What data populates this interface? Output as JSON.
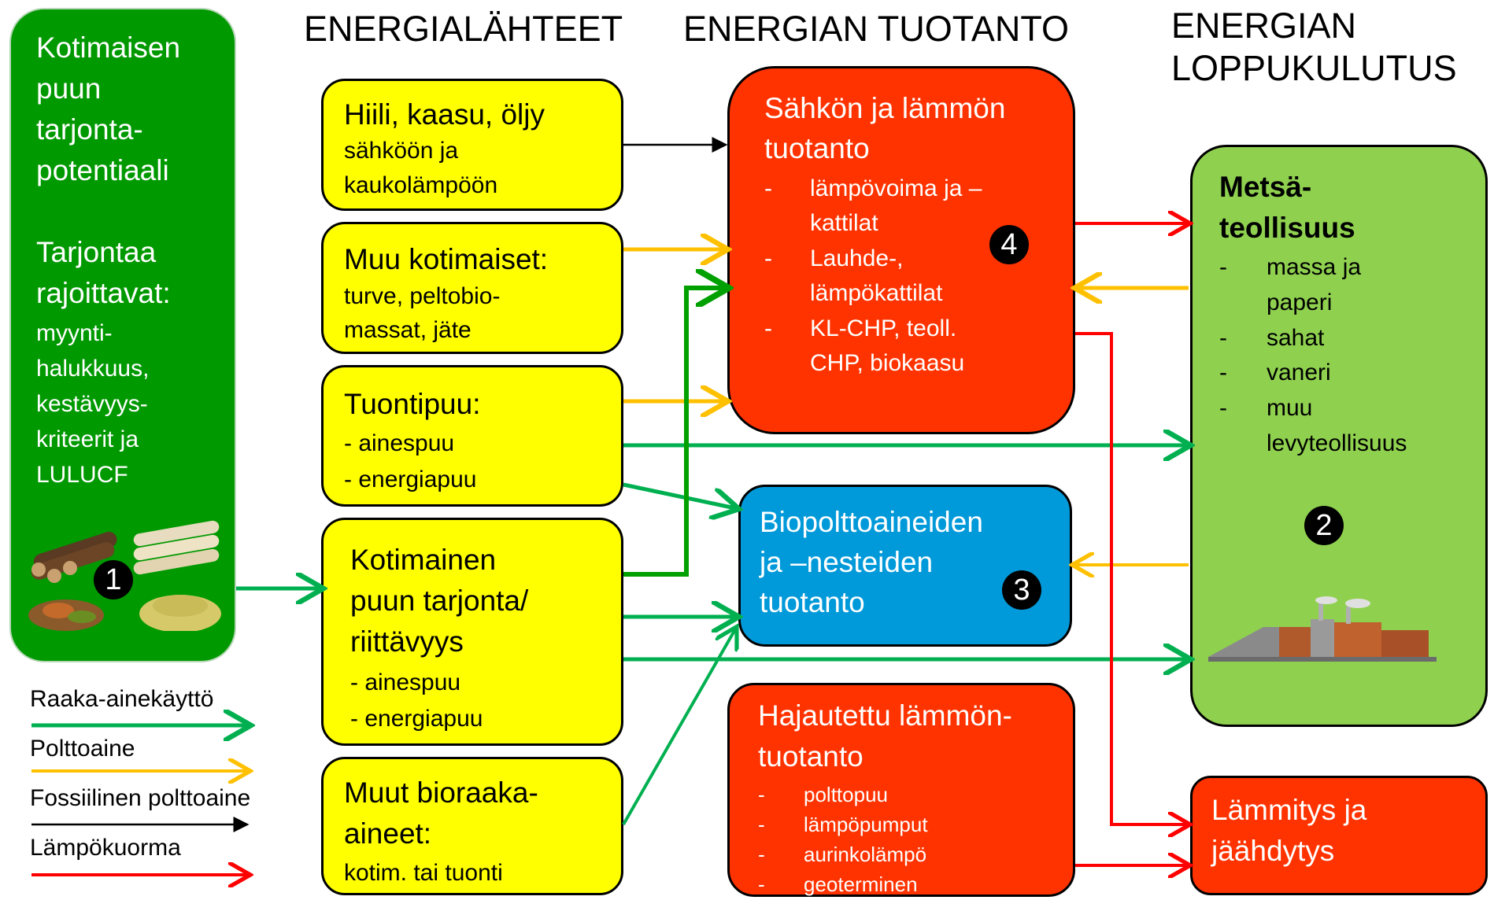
{
  "headers": {
    "sources": "ENERGIALÄHTEET",
    "production": "ENERGIAN TUOTANTO",
    "consumption_line1": "ENERGIAN",
    "consumption_line2": "LOPPUKULUTUS"
  },
  "potential_box": {
    "lines": [
      "Kotimaisen",
      "puun",
      "tarjonta-",
      "potentiaali"
    ],
    "limit_lines": [
      "Tarjontaa",
      "rajoittavat:"
    ],
    "limit_items": [
      "myynti-",
      "halukkuus,",
      "kestävyys-",
      "kriteerit ja",
      "LULUCF"
    ],
    "number": "1"
  },
  "fossil_box": {
    "title": "Hiili, kaasu, öljy",
    "lines": [
      "sähköön ja",
      "kaukolämpöön"
    ]
  },
  "other_domestic_box": {
    "title": "Muu kotimaiset:",
    "lines": [
      "turve, peltobio-",
      "massat, jäte"
    ]
  },
  "import_wood_box": {
    "title": "Tuontipuu:",
    "items": [
      "- ainespuu",
      "- energiapuu"
    ]
  },
  "domestic_wood_box": {
    "title_lines": [
      "Kotimainen",
      "puun tarjonta/",
      "riittävyys"
    ],
    "items": [
      "- ainespuu",
      "- energiapuu"
    ]
  },
  "other_bio_box": {
    "title_lines": [
      "Muut bioraaka-",
      "aineet:"
    ],
    "lines": [
      "kotim. tai tuonti"
    ]
  },
  "power_heat_box": {
    "title_lines": [
      "Sähkön ja lämmön",
      "tuotanto"
    ],
    "items": [
      {
        "dash": "-",
        "lines": [
          "lämpövoima ja –",
          "kattilat"
        ]
      },
      {
        "dash": "-",
        "lines": [
          "Lauhde-,",
          "lämpökattilat"
        ]
      },
      {
        "dash": "-",
        "lines": [
          "KL-CHP, teoll.",
          "CHP, biokaasu"
        ]
      }
    ],
    "number": "4"
  },
  "biofuel_box": {
    "title_lines": [
      "Biopolttoaineiden",
      "ja –nesteiden",
      "tuotanto"
    ],
    "number": "3"
  },
  "distributed_heat_box": {
    "title_lines": [
      "Hajautettu lämmön-",
      "tuotanto"
    ],
    "items": [
      {
        "dash": "-",
        "text": "polttopuu"
      },
      {
        "dash": "-",
        "text": "lämpöpumput"
      },
      {
        "dash": "-",
        "text": "aurinkolämpö"
      },
      {
        "dash": "-",
        "text": "geoterminen"
      }
    ]
  },
  "forest_industry_box": {
    "title_lines": [
      "Metsä-",
      "teollisuus"
    ],
    "items": [
      {
        "dash": "-",
        "lines": [
          "massa ja",
          "paperi"
        ]
      },
      {
        "dash": "-",
        "lines": [
          "sahat"
        ]
      },
      {
        "dash": "-",
        "lines": [
          "vaneri"
        ]
      },
      {
        "dash": "-",
        "lines": [
          "muu",
          "levyteollisuus"
        ]
      }
    ],
    "number": "2"
  },
  "heating_box": {
    "title_lines": [
      "Lämmitys ja",
      "jäähdytys"
    ]
  },
  "legend": [
    {
      "label": "Raaka-ainekäyttö",
      "color": "#00b050"
    },
    {
      "label": "Polttoaine",
      "color": "#ffc000"
    },
    {
      "label": "Fossiilinen polttoaine",
      "color": "#000000"
    },
    {
      "label": "Lämpökuorma",
      "color": "#ff0000"
    }
  ],
  "colors": {
    "raw_material": "#00b050",
    "fuel": "#ffc000",
    "fossil": "#000000",
    "heat": "#ff0000",
    "dark_green_flow": "#00a000"
  }
}
